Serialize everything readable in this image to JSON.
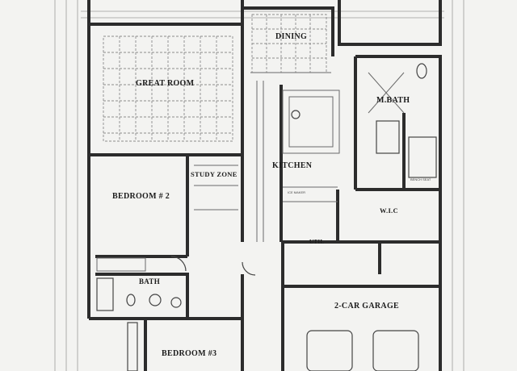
{
  "rooms": {
    "great_room": {
      "label": "GREAT ROOM"
    },
    "dining": {
      "label": "DINING"
    },
    "bedroom2": {
      "label": "BEDROOM # 2"
    },
    "study": {
      "label": "STUDY ZONE"
    },
    "kitchen": {
      "label": "KITCHEN"
    },
    "mbath": {
      "label": "M.BATH"
    },
    "wic": {
      "label": "W.I.C"
    },
    "util": {
      "label": "UTIL"
    },
    "bath": {
      "label": "BATH"
    },
    "garage": {
      "label": "2-CAR GARAGE"
    },
    "bedroom3": {
      "label": "BEDROOM #3"
    }
  },
  "notes": {
    "ice_maker": "ICE MAKER",
    "bench_seat": "BENCH SEAT"
  }
}
